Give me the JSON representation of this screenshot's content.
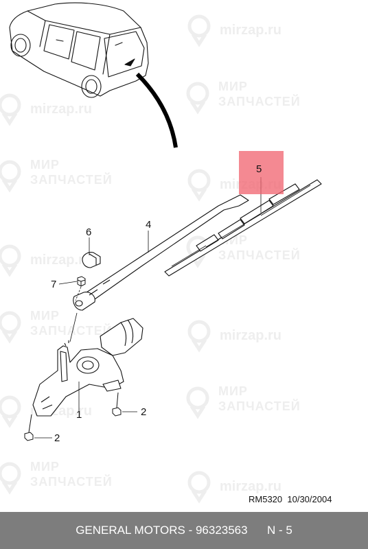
{
  "watermark": {
    "domain": "mirzap.ru",
    "line1": "МИР",
    "line2": "ЗАПЧАСТЕЙ"
  },
  "callouts": {
    "c1": "1",
    "c2a": "2",
    "c2b": "2",
    "c4": "4",
    "c5": "5",
    "c6": "6",
    "c7": "7"
  },
  "stamp": {
    "code": "RM5320",
    "date": "10/30/2004"
  },
  "footer": {
    "brand": "GENERAL MOTORS",
    "separator": " - ",
    "part_number": "96323563",
    "section": "N - 5"
  },
  "colors": {
    "highlight": "#f0616d",
    "footer_bg": "#7d7d7d",
    "watermark": "#eeeeee"
  }
}
